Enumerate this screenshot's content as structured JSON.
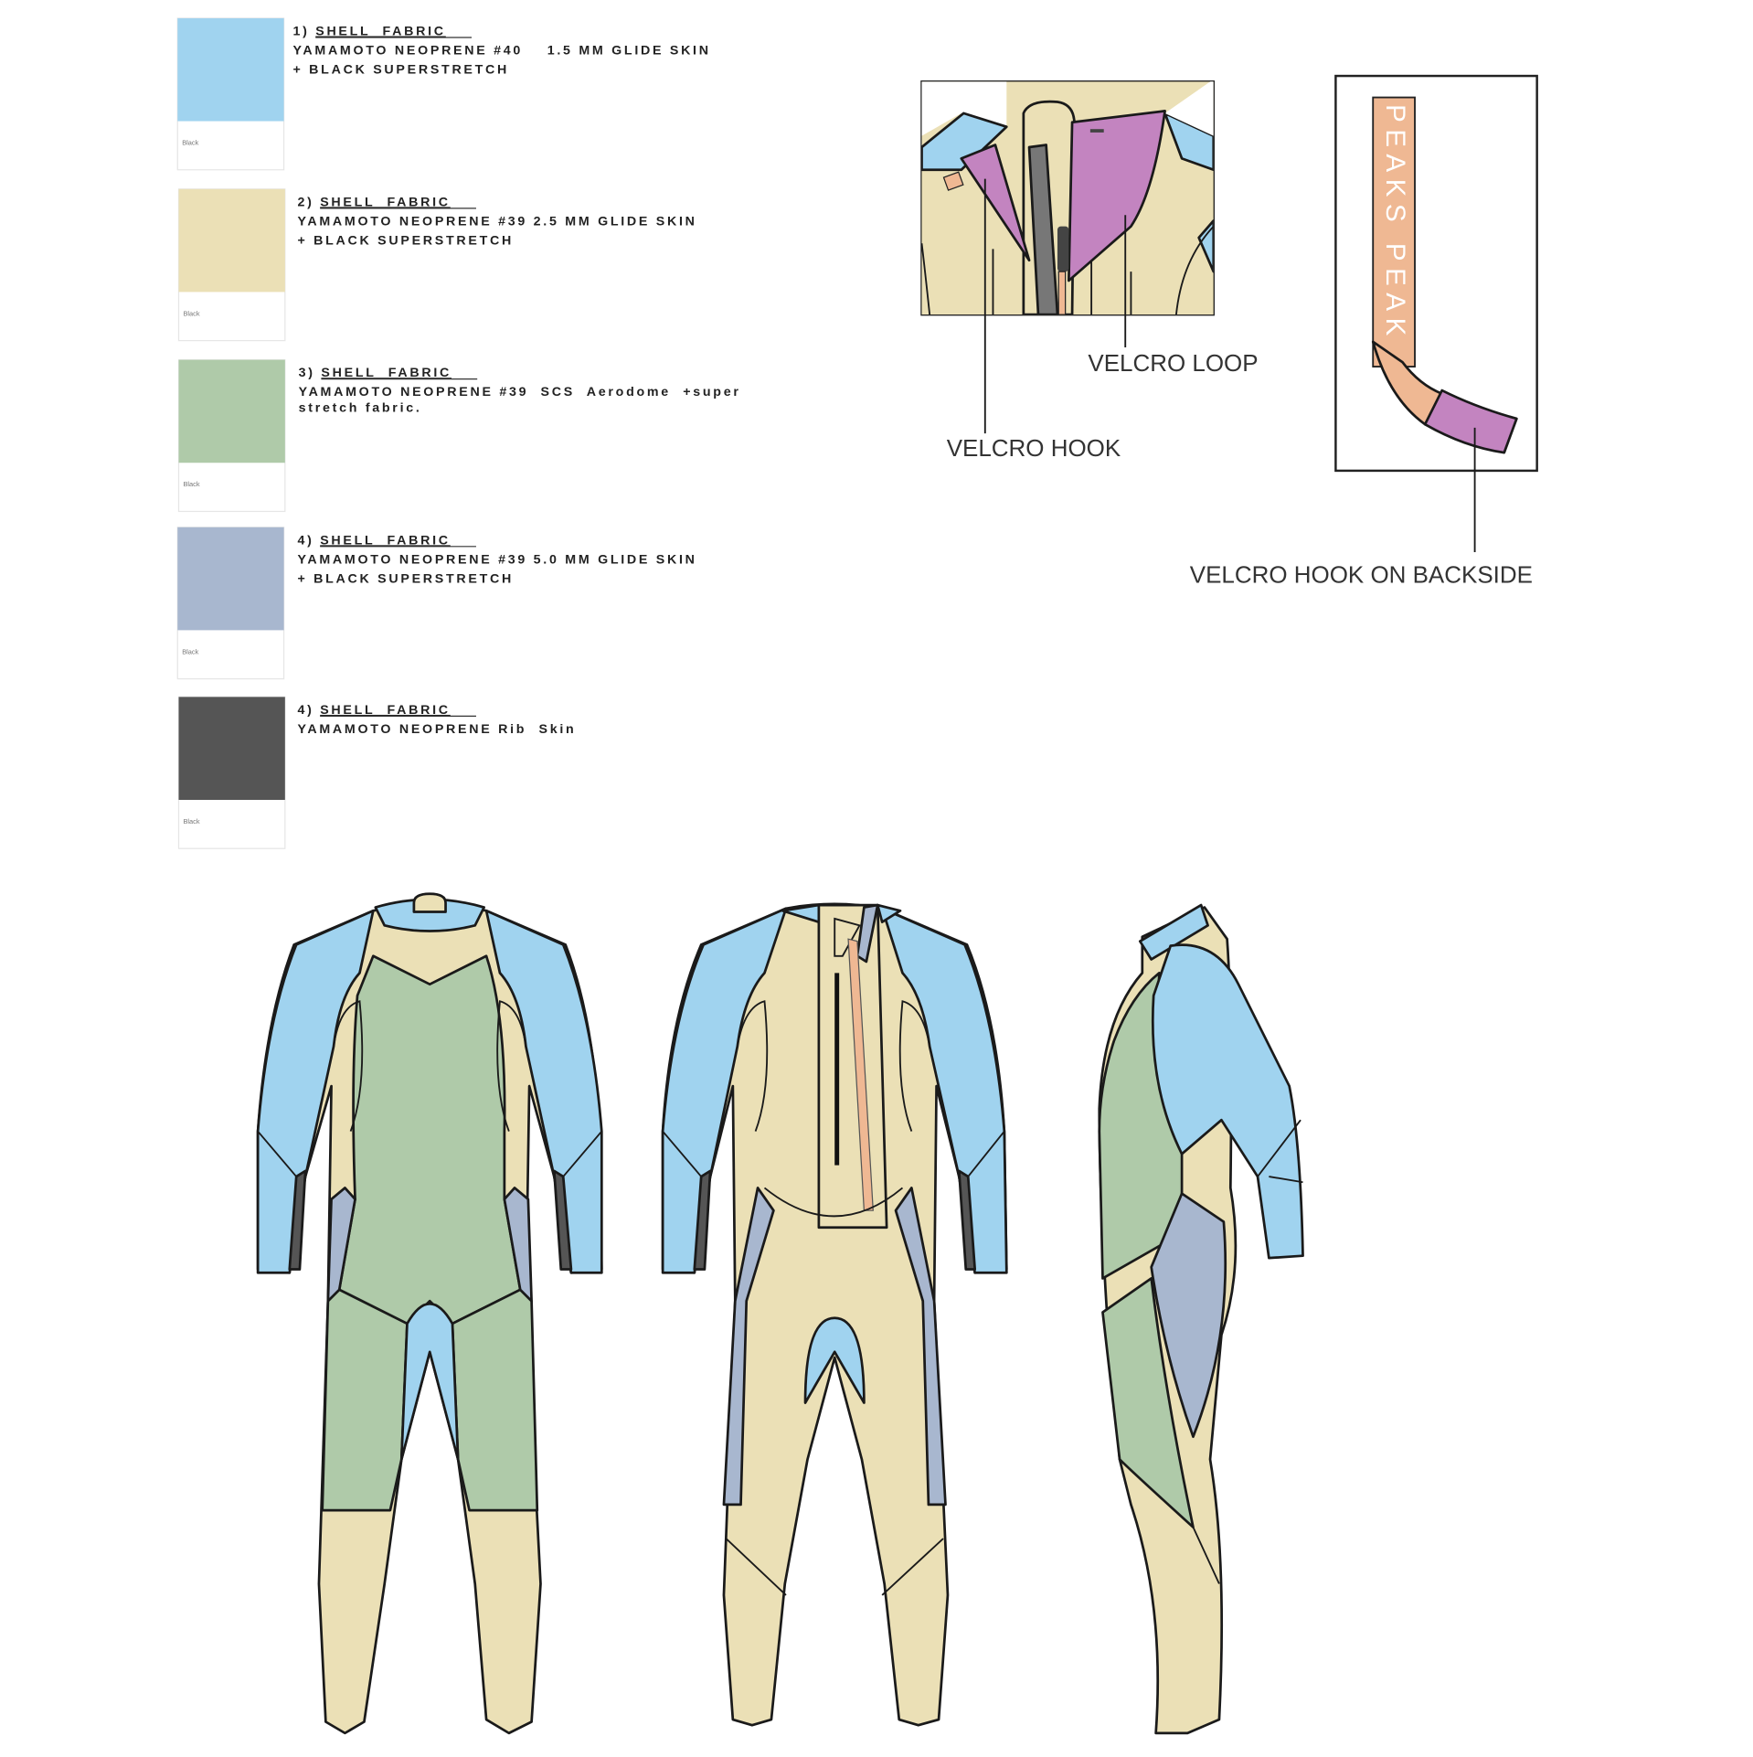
{
  "colors": {
    "blue": "#a0d3ef",
    "beige": "#ebe0b6",
    "green": "#afcaa9",
    "lavender": "#a8b7cf",
    "dark_grey": "#555555",
    "velcro_purple": "#c384c0",
    "strap_orange": "#efb893"
  },
  "swatches": [
    {
      "number": "1)",
      "title": "SHELL  FABRIC",
      "line1": "YAMAMOTO NEOPRENE #40    1.5 MM GLIDE SKIN",
      "line2": "+ BLACK SUPERSTRETCH",
      "sublabel": "Black",
      "color": "#a0d3ef"
    },
    {
      "number": "2)",
      "title": "SHELL  FABRIC",
      "line1": "YAMAMOTO NEOPRENE #39 2.5 MM GLIDE SKIN",
      "line2": "+ BLACK SUPERSTRETCH",
      "sublabel": "Black",
      "color": "#ebe0b6"
    },
    {
      "number": "3)",
      "title": "SHELL  FABRIC",
      "line1": "YAMAMOTO NEOPRENE #39  SCS  Aerodome  +super",
      "line2": "stretch  fabric.",
      "sublabel": "Black",
      "color": "#afcaa9"
    },
    {
      "number": "4)",
      "title": "SHELL  FABRIC",
      "line1": "YAMAMOTO NEOPRENE #39 5.0 MM GLIDE SKIN",
      "line2": "+ BLACK SUPERSTRETCH",
      "sublabel": "Black",
      "color": "#a8b7cf"
    },
    {
      "number": "4)",
      "title": "SHELL  FABRIC",
      "line1": "YAMAMOTO NEOPRENE Rib  Skin",
      "line2": "",
      "sublabel": "Black",
      "color": "#555555"
    }
  ],
  "callouts": {
    "velcro_loop": "VELCRO LOOP",
    "velcro_hook": "VELCRO HOOK",
    "velcro_hook_backside": "VELCRO HOOK ON BACKSIDE"
  },
  "strap_text": "PEAKS PEAK"
}
